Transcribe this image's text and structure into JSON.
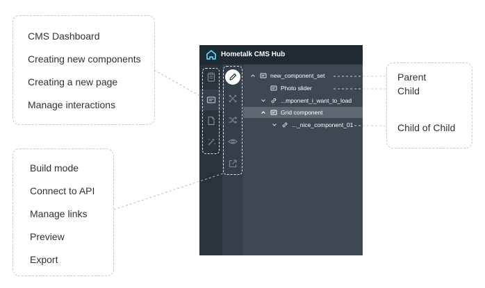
{
  "left_top_callout": {
    "items": [
      "CMS Dashboard",
      "Creating new components",
      "Creating a new page",
      "Manage interactions"
    ]
  },
  "left_bottom_callout": {
    "items": [
      "Build mode",
      "Connect to API",
      "Manage links",
      "Preview",
      "Export"
    ]
  },
  "right_callout": {
    "items": [
      "Parent",
      "Child",
      "Child of Child"
    ]
  },
  "app": {
    "title": "Hometalk CMS Hub",
    "rail1_icons": [
      "clipboard-icon",
      "component-card-icon",
      "page-icon",
      "magic-wand-icon"
    ],
    "rail1_active": "component-card-icon",
    "rail2_icons": [
      "pencil-icon",
      "connect-icon",
      "shuffle-icon",
      "eye-icon",
      "external-link-icon"
    ],
    "rail2_active": "pencil-icon",
    "tree": [
      {
        "label": "new_component_set",
        "icon": "component-card-icon",
        "chevron": "chevron-up-icon",
        "level": 0,
        "selected": false
      },
      {
        "label": "Photo slider",
        "icon": "component-card-icon",
        "chevron": "",
        "level": 1,
        "selected": false
      },
      {
        "label": "...mponent_i_want_to_load",
        "icon": "link-icon",
        "chevron": "chevron-down-icon",
        "level": 1,
        "selected": false
      },
      {
        "label": "Grid component",
        "icon": "component-card-icon",
        "chevron": "chevron-up-icon",
        "level": 1,
        "selected": true
      },
      {
        "label": "..._nice_component_01",
        "icon": "link-icon",
        "chevron": "chevron-down-icon",
        "level": 2,
        "selected": false
      }
    ]
  },
  "colors": {
    "header_bg": "#1f2a33",
    "panel_bg": "#3d4852",
    "rail1_bg": "#29333c",
    "rail2_bg": "#353f49",
    "selected_row": "#5d6871",
    "logo": "#4fc3e8",
    "icon_dim": "#7d8892",
    "callout_border": "#c4c8cc"
  }
}
